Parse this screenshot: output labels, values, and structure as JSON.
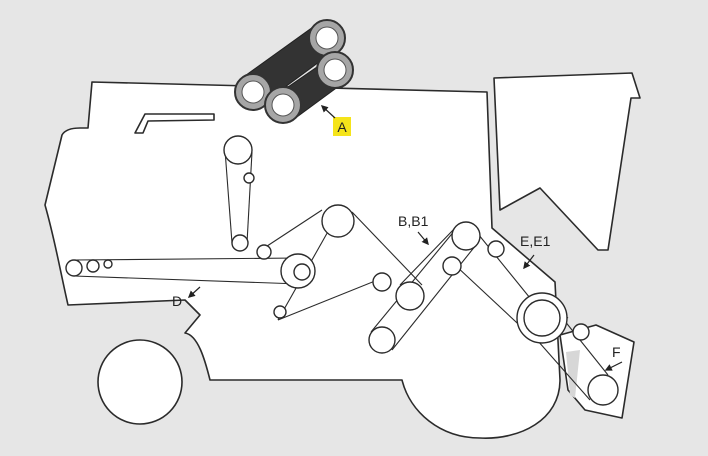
{
  "labels": {
    "A": "A",
    "B": "B,B1",
    "D": "D",
    "E": "E,E1",
    "F": "F"
  },
  "colors": {
    "background": "#e6e6e6",
    "body_fill": "#ffffff",
    "outline": "#2b2b2b",
    "highlight": "#f5e41a",
    "belt_grey": "#a6a6a6",
    "belt_dark": "#333333"
  }
}
